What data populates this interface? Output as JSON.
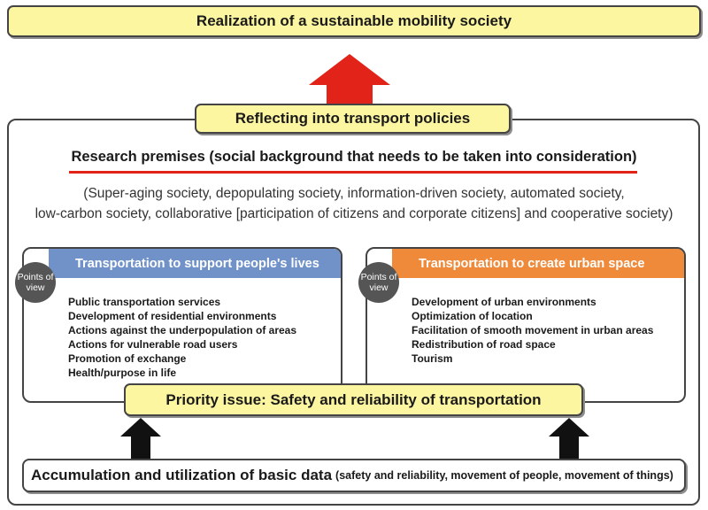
{
  "top_goal": "Realization of a sustainable mobility society",
  "reflect": "Reflecting into transport policies",
  "premises": {
    "title": "Research premises (social background that needs to be taken into consideration)",
    "line1": "(Super-aging society, depopulating society, information-driven society, automated society,",
    "line2": "low-carbon society, collaborative [participation of citizens and corporate citizens] and cooperative society)"
  },
  "points_of_view": "Points of view",
  "left_panel": {
    "title": "Transportation to support people's lives",
    "items": [
      "Public transportation services",
      "Development of residential environments",
      "Actions against the underpopulation of areas",
      "Actions for vulnerable road users",
      "Promotion of exchange",
      "Health/purpose in life"
    ]
  },
  "right_panel": {
    "title": "Transportation to create urban space",
    "items": [
      "Development of urban environments",
      "Optimization of location",
      "Facilitation of smooth movement in urban areas",
      "Redistribution of road space",
      "Tourism"
    ]
  },
  "priority": "Priority issue: Safety and reliability of transportation",
  "basic_data": {
    "main": "Accumulation and utilization of basic data",
    "sub": "(safety and reliability, movement of people, movement of things)"
  },
  "colors": {
    "yellow_fill": "#fdf6a1",
    "left_header": "#7092c9",
    "right_header": "#ee8a3a",
    "red_accent": "#e2231a",
    "circle": "#555555"
  }
}
